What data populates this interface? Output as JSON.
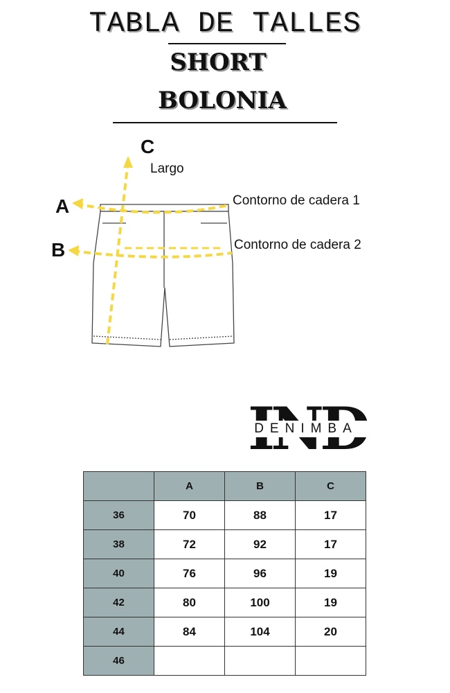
{
  "title": "TABLA DE TALLES",
  "product_type": "SHORT",
  "product_name": "BOLONIA",
  "diagram": {
    "c_letter": "C",
    "c_label": "Largo",
    "a_letter": "A",
    "a_label": "Contorno de cadera 1",
    "b_letter": "B",
    "b_label": "Contorno de cadera 2",
    "arrow_color": "#f5d742"
  },
  "logo": {
    "monogram": "IND",
    "wordmark": "DENIMBA"
  },
  "size_table": {
    "columns": [
      "",
      "A",
      "B",
      "C"
    ],
    "rows": [
      {
        "size": "36",
        "a": "70",
        "b": "88",
        "c": "17"
      },
      {
        "size": "38",
        "a": "72",
        "b": "92",
        "c": "17"
      },
      {
        "size": "40",
        "a": "76",
        "b": "96",
        "c": "19"
      },
      {
        "size": "42",
        "a": "80",
        "b": "100",
        "c": "19"
      },
      {
        "size": "44",
        "a": "84",
        "b": "104",
        "c": "20"
      },
      {
        "size": "46",
        "a": "",
        "b": "",
        "c": ""
      }
    ]
  }
}
